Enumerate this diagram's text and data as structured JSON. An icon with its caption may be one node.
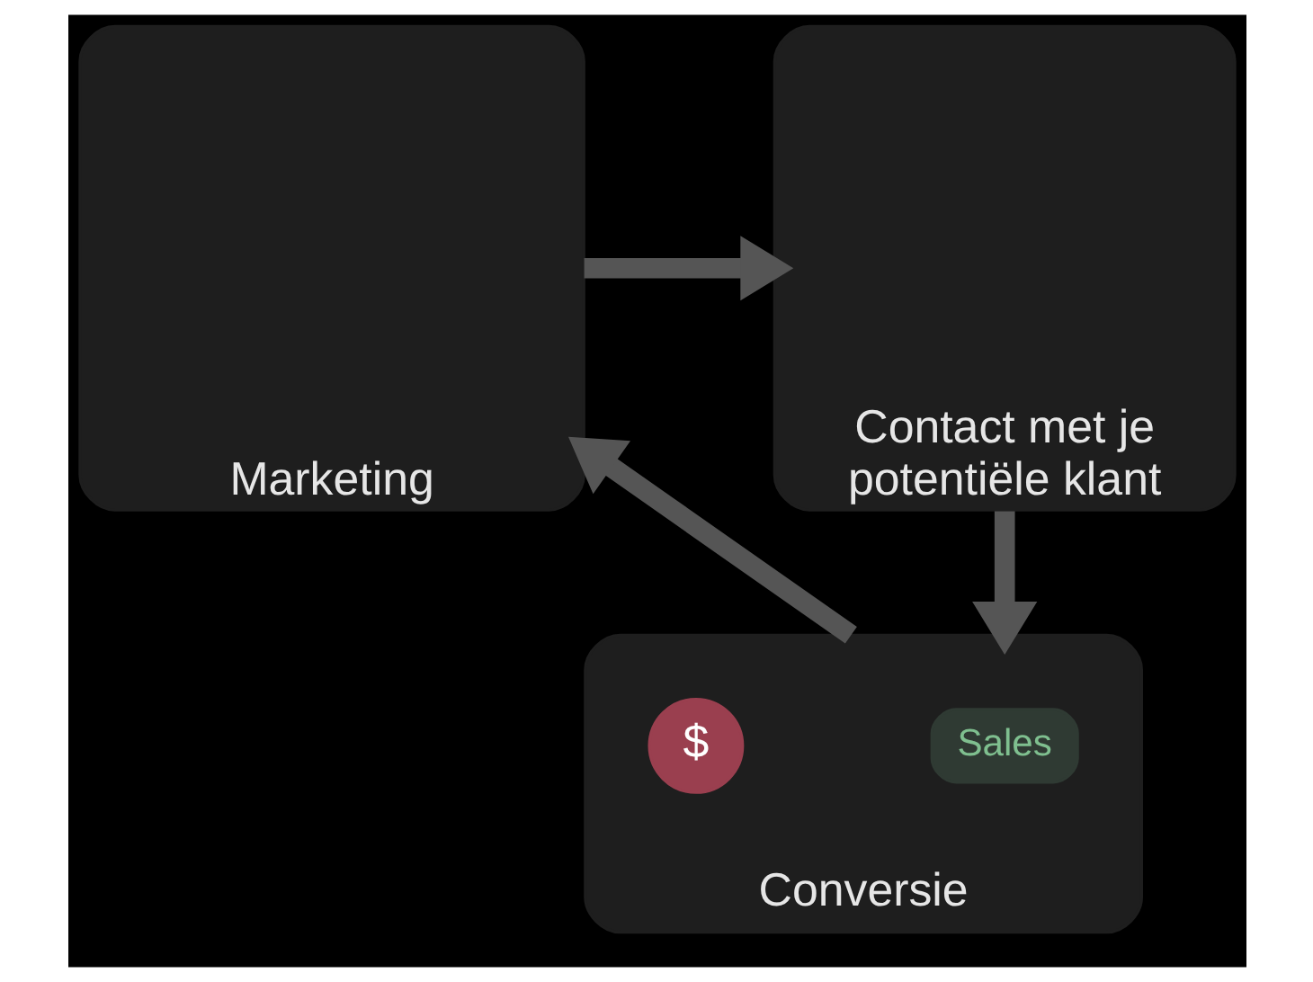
{
  "diagram": {
    "nodes": [
      {
        "text": [
          "Marketing"
        ]
      },
      {
        "text": [
          "Contact met je potentiële klant"
        ]
      },
      {
        "text": [
          "Conversie"
        ]
      },
      {
        "text": [
          "Sales"
        ],
        "in": 2
      },
      {
        "text": [
          "$"
        ],
        "in": 2
      }
    ],
    "edges": [
      {
        "from": 0,
        "to": 1,
        "arrow": "to"
      },
      {
        "from": 1,
        "to": 2,
        "arrow": "to"
      },
      {
        "from": 2,
        "to": 0,
        "arrow": "to"
      }
    ]
  }
}
